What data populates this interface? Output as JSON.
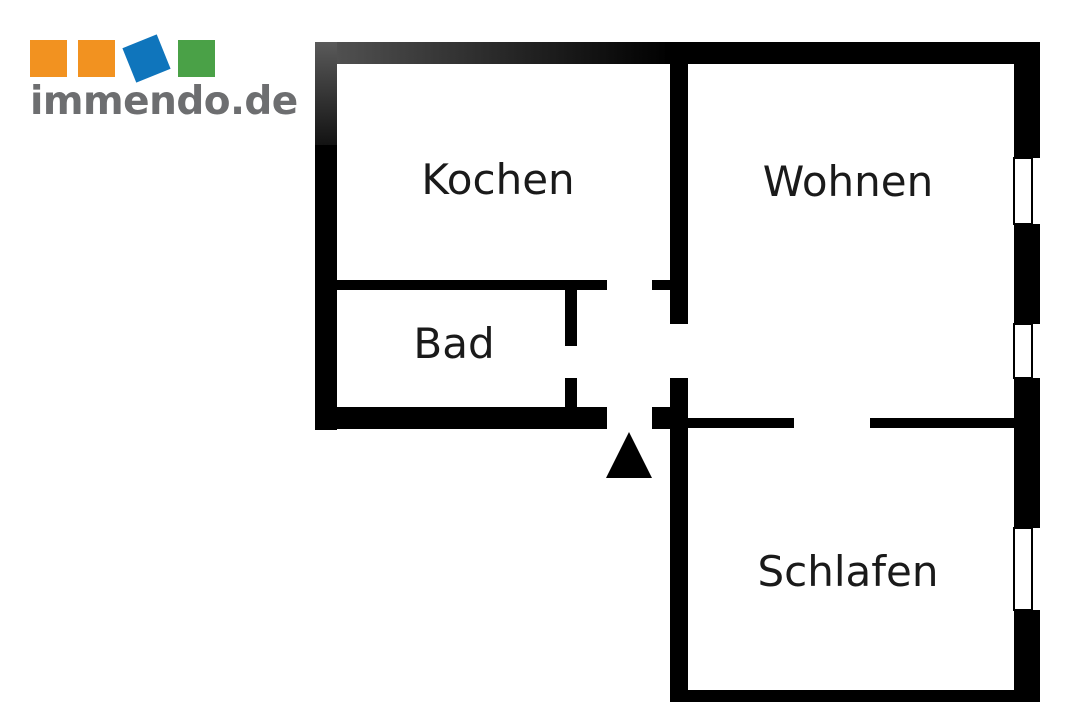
{
  "logo": {
    "text": "immendo.de",
    "text_color": "#6d6e70",
    "square_colors": [
      "#f29220",
      "#f29220",
      "#0f75bc",
      "#4aa147"
    ]
  },
  "floorplan": {
    "wall_color": "#000000",
    "rooms": [
      {
        "key": "kochen",
        "label": "Kochen"
      },
      {
        "key": "wohnen",
        "label": "Wohnen"
      },
      {
        "key": "bad",
        "label": "Bad"
      },
      {
        "key": "schlafen",
        "label": "Schlafen"
      }
    ],
    "entrance_marker": "triangle-up"
  }
}
